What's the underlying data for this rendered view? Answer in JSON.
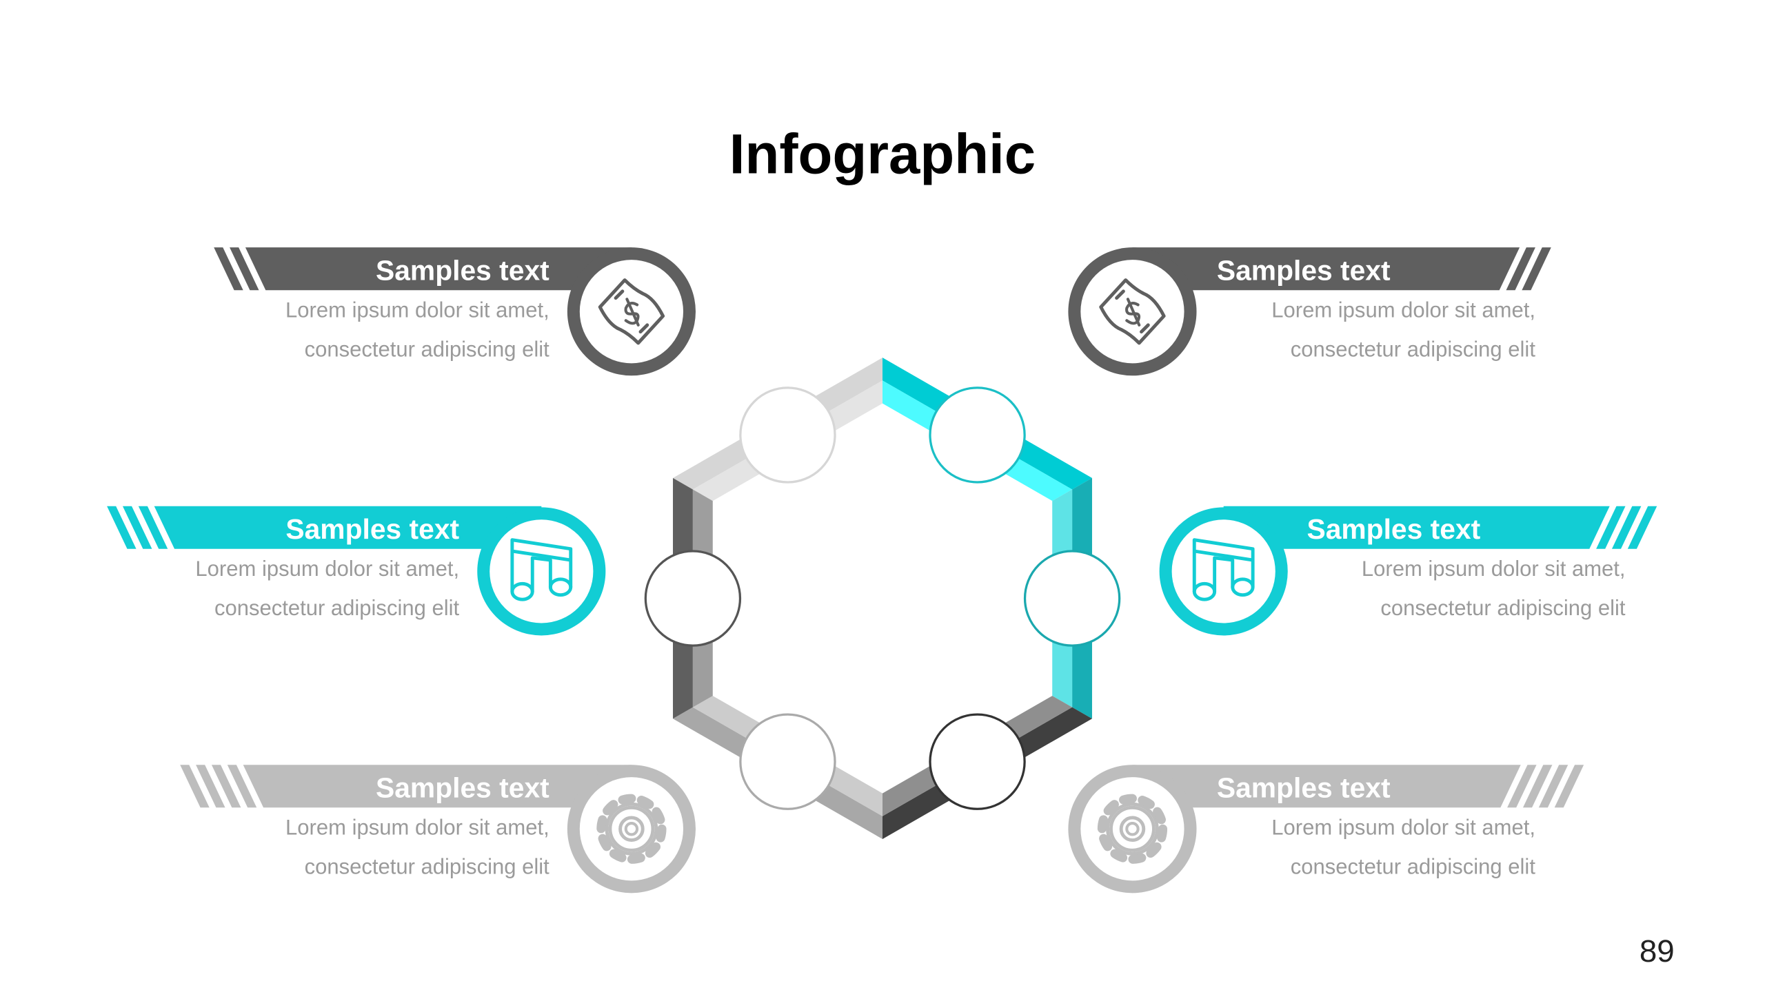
{
  "title": "Infographic",
  "page_number": "89",
  "banners": [
    {
      "title": "Samples text",
      "line1": "Lorem ipsum dolor sit amet,",
      "line2": "consectetur adipiscing elit",
      "color": "#5f5f5f",
      "icon": "money-bill-icon"
    },
    {
      "title": "Samples text",
      "line1": "Lorem ipsum dolor sit amet,",
      "line2": "consectetur adipiscing elit",
      "color": "#12cdd4",
      "icon": "music-notes-icon"
    },
    {
      "title": "Samples text",
      "line1": "Lorem ipsum dolor sit amet,",
      "line2": "consectetur adipiscing elit",
      "color": "#bdbdbd",
      "icon": "gear-icon"
    },
    {
      "title": "Samples text",
      "line1": "Lorem ipsum dolor sit amet,",
      "line2": "consectetur adipiscing elit",
      "color": "#5f5f5f",
      "icon": "money-bill-icon"
    },
    {
      "title": "Samples text",
      "line1": "Lorem ipsum dolor sit amet,",
      "line2": "consectetur adipiscing elit",
      "color": "#12cdd4",
      "icon": "music-notes-icon"
    },
    {
      "title": "Samples text",
      "line1": "Lorem ipsum dolor sit amet,",
      "line2": "consectetur adipiscing elit",
      "color": "#bdbdbd",
      "icon": "gear-icon"
    }
  ],
  "hexagon": {
    "segments": [
      {
        "name": "top-left",
        "outer": "#d6d6d6",
        "inner": "#e4e4e4",
        "node_stroke": "#d6d6d6"
      },
      {
        "name": "top-right",
        "outer": "#00ccd4",
        "inner": "#4dfbff",
        "node_stroke": "#1bbfc6"
      },
      {
        "name": "right",
        "outer": "#18aeb5",
        "inner": "#5ee3e6",
        "node_stroke": "#1aa8ae"
      },
      {
        "name": "bottom-right",
        "outer": "#404040",
        "inner": "#8f8f8f",
        "node_stroke": "#333333"
      },
      {
        "name": "bottom-left",
        "outer": "#a8a8a8",
        "inner": "#cccccc",
        "node_stroke": "#aaaaaa"
      },
      {
        "name": "left",
        "outer": "#5f5f5f",
        "inner": "#9e9e9e",
        "node_stroke": "#555555"
      }
    ]
  }
}
